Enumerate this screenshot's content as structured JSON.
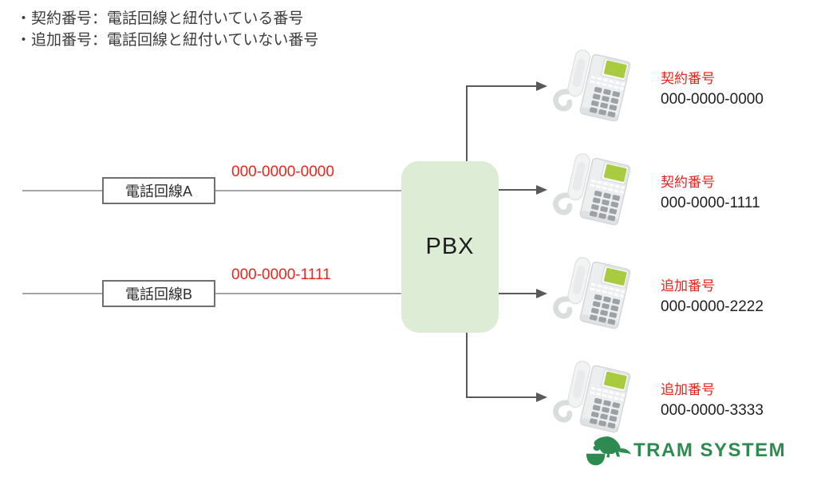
{
  "notes": {
    "line1": "・契約番号：電話回線と紐付いている番号",
    "line2": "・追加番号：電話回線と紐付いていない番号"
  },
  "lines": [
    {
      "label": "電話回線A",
      "number": "000-0000-0000"
    },
    {
      "label": "電話回線B",
      "number": "000-0000-1111"
    }
  ],
  "pbx": {
    "label": "PBX"
  },
  "phones": [
    {
      "type": "契約番号",
      "number": "000-0000-0000"
    },
    {
      "type": "契約番号",
      "number": "000-0000-1111"
    },
    {
      "type": "追加番号",
      "number": "000-0000-2222"
    },
    {
      "type": "追加番号",
      "number": "000-0000-3333"
    }
  ],
  "logo": {
    "text": "TRAM SYSTEM"
  },
  "colors": {
    "red_text": "#e8251f",
    "pbx_fill": "#ddecd4",
    "trunk_line_gray": "#a6a6a6",
    "arrow_gray": "#595959",
    "logo_green": "#2e8b4f",
    "phone_screen_green": "#a8cb3f",
    "box_border_gray": "#6f6f6f"
  }
}
